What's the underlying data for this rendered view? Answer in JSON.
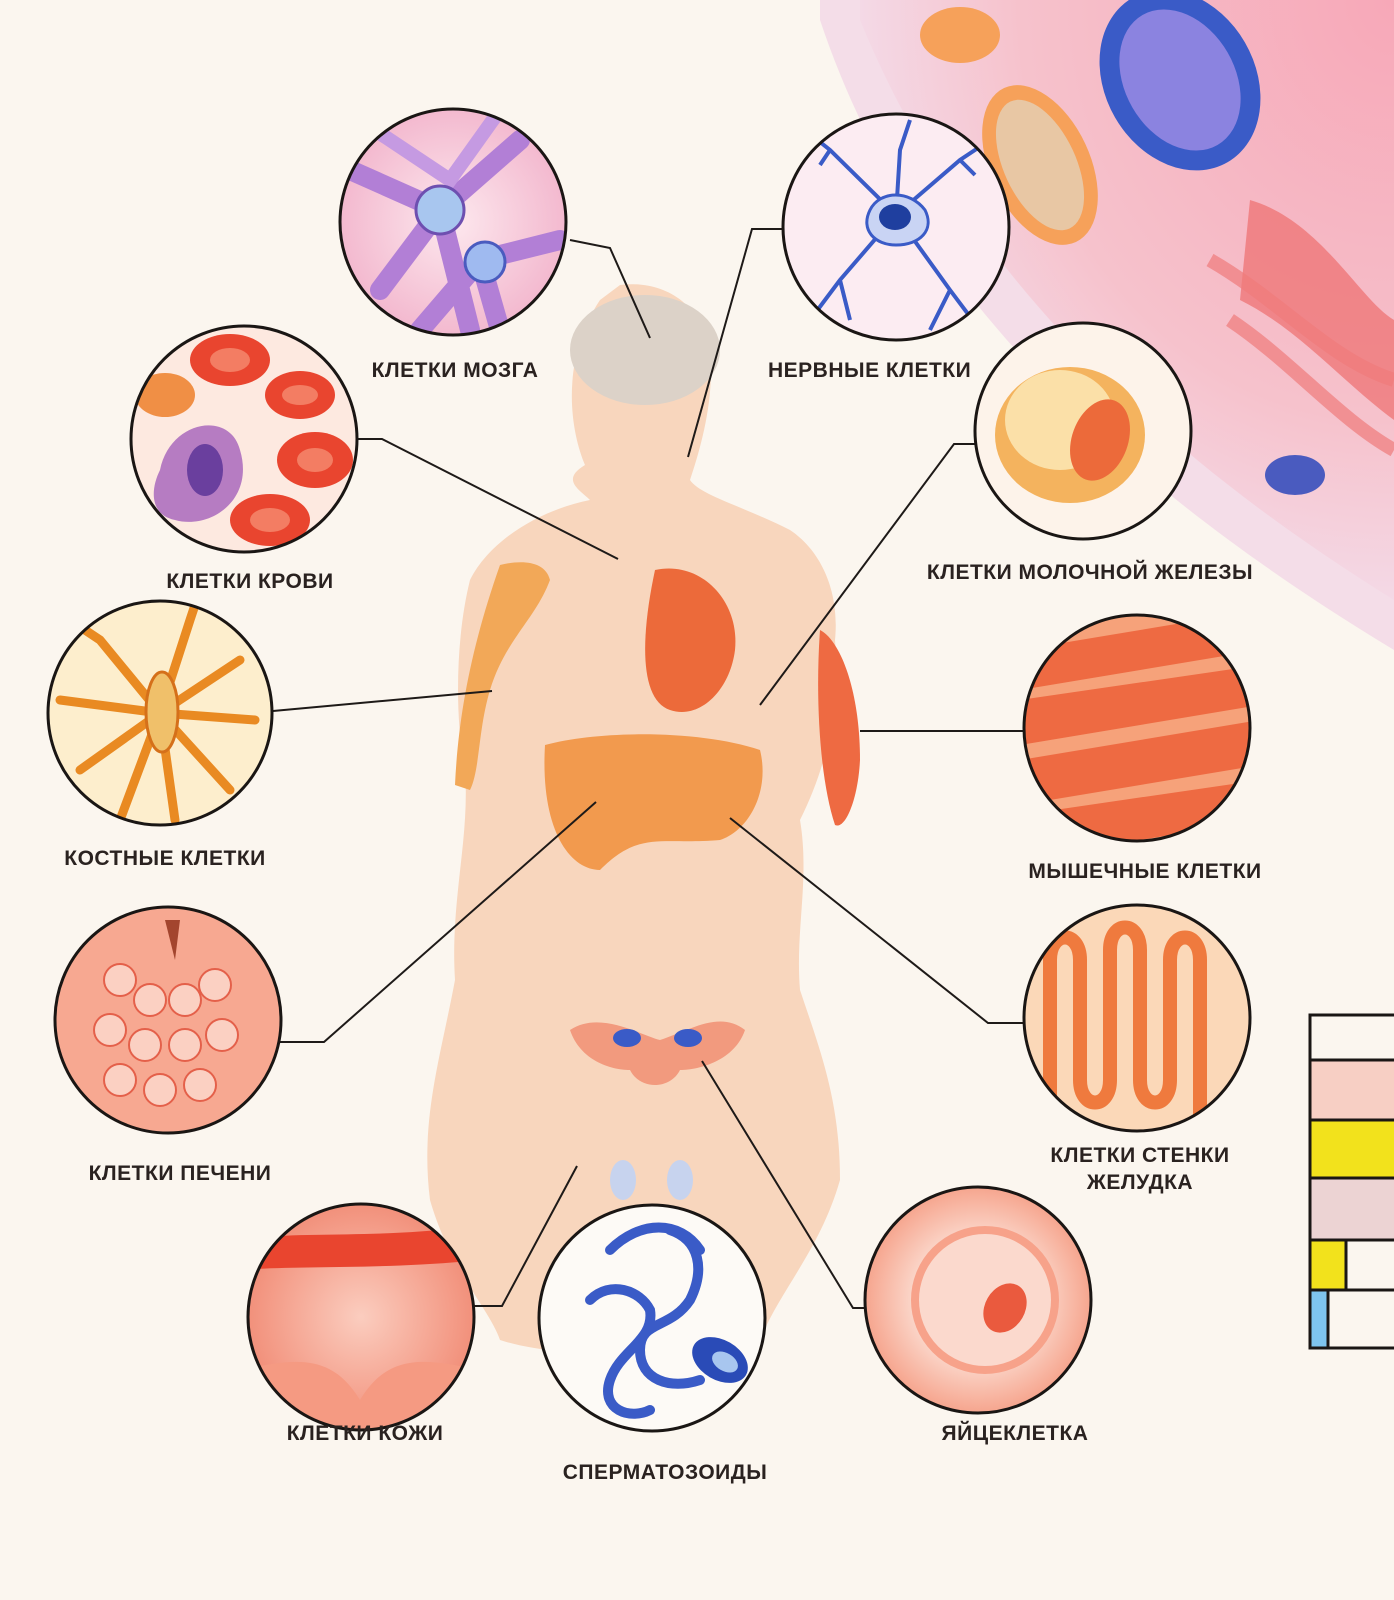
{
  "labels": {
    "brain": "КЛЕТКИ МОЗГА",
    "nerve": "НЕРВНЫЕ КЛЕТКИ",
    "blood": "КЛЕТКИ КРОВИ",
    "mammary": "КЛЕТКИ МОЛОЧНОЙ ЖЕЛЕЗЫ",
    "bone": "КОСТНЫЕ КЛЕТКИ",
    "muscle": "МЫШЕЧНЫЕ КЛЕТКИ",
    "liver": "КЛЕТКИ ПЕЧЕНИ",
    "stomach_line1": "КЛЕТКИ СТЕНКИ",
    "stomach_line2": "ЖЕЛУДКА",
    "skin": "КЛЕТКИ КОЖИ",
    "sperm": "СПЕРМАТОЗОИДЫ",
    "egg": "ЯЙЦЕКЛЕТКА"
  },
  "colors": {
    "background": "#fbf6ef",
    "body_silhouette": "#f8d6bd",
    "organ_orange": "#f29a4e",
    "leader_line": "#1e1a18",
    "circle_border": "#1a1614",
    "blue_cell": "#3a5bc7",
    "legend_yellow": "#f2e21c",
    "legend_pink": "#f7cfc4",
    "legend_blue": "#7ec4ee"
  }
}
